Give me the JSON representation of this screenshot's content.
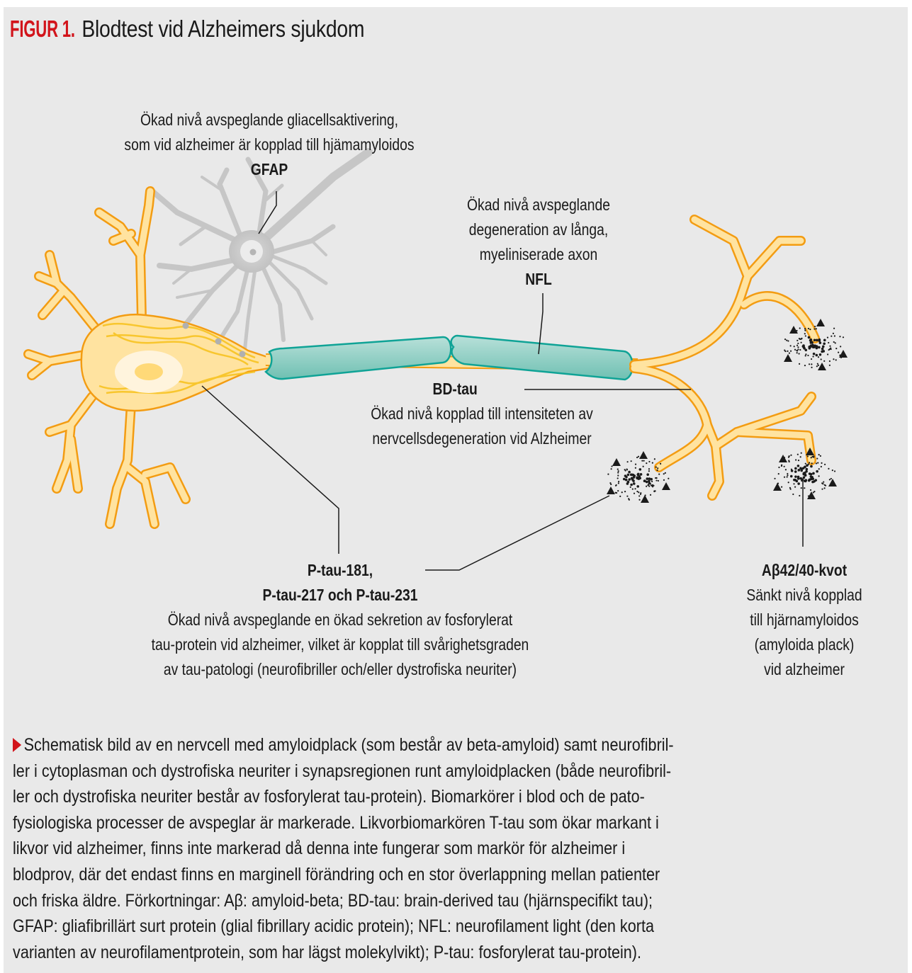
{
  "header": {
    "figure_label": "FIGUR 1.",
    "title": "Blodtest vid Alzheimers sjukdom"
  },
  "colors": {
    "accent": "#d2141b",
    "background": "#e9e9e9",
    "neuron_fill": "#ffe3a0",
    "neuron_outline": "#f39c12",
    "myelin_fill": "#86cbbf",
    "myelin_outline": "#0fa396",
    "glia": "#c8c8c8",
    "plaque": "#1a1a1a"
  },
  "labels": {
    "gfap": {
      "lines": [
        "Ökad nivå avspeglande gliacellsaktivering,",
        "som vid alzheimer är kopplad till hjämamyloidos"
      ],
      "name": "GFAP"
    },
    "nfl": {
      "lines": [
        "Ökad nivå avspeglande",
        "degeneration av långa,",
        "myeliniserade axon"
      ],
      "name": "NFL"
    },
    "bdtau": {
      "name": "BD-tau",
      "lines": [
        "Ökad nivå kopplad till intensiteten av",
        "nervcellsdegeneration vid Alzheimer"
      ]
    },
    "ptau": {
      "name_lines": [
        "P-tau-181,",
        "P-tau-217 och P-tau-231"
      ],
      "lines": [
        "Ökad nivå avspeglande en ökad sekretion av fosforylerat",
        "tau-protein vid alzheimer, vilket är kopplat till svårighetsgraden",
        "av tau-patologi (neurofibriller och/eller dystrofiska neuriter)"
      ]
    },
    "abeta": {
      "name": "Aβ42/40-kvot",
      "lines": [
        "Sänkt nivå kopplad",
        "till hjärnamyloidos",
        "(amyloida plack)",
        "vid alzheimer"
      ]
    }
  },
  "caption": {
    "lines": [
      "Schematisk bild av en nervcell med amyloidplack (som består av beta-amyloid) samt neurofibril-",
      "ler i cytoplasman och dystrofiska neuriter i synapsregionen runt amyloidplacken (både neurofibril-",
      "ler och dystrofiska neuriter består av fosforylerat tau-protein). Biomarkörer i blod och de pato-",
      "fysiologiska processer de avspeglar är markerade. Likvorbiomarkören T-tau som ökar markant i",
      "likvor vid alzheimer, finns inte markerad då denna inte fungerar som markör för alzheimer i",
      "blodprov, där det endast finns en marginell förändring och en stor överlappning mellan patienter",
      "och friska äldre. Förkortningar: Aβ: amyloid-beta; BD-tau: brain-derived tau (hjärnspecifikt tau);",
      "GFAP: gliafibrillärt surt protein (glial fibrillary acidic protein); NFL: neurofilament light (den korta",
      "varianten av neurofilamentprotein, som har lägst molekylvikt); P-tau: fosforylerat tau-protein)."
    ]
  }
}
